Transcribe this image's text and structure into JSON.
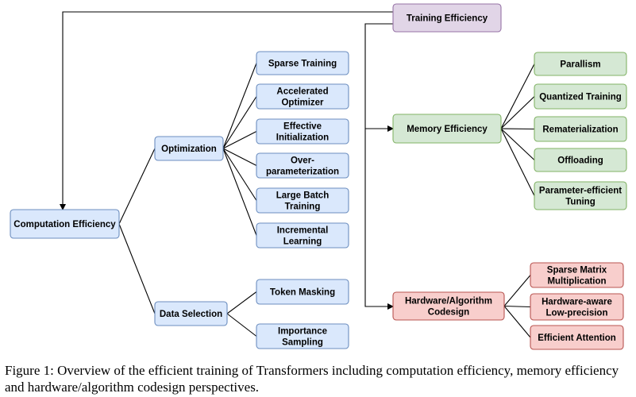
{
  "colors": {
    "training_fill": "#e1d5e7",
    "training_stroke": "#9673a6",
    "blue_fill": "#dae8fc",
    "blue_stroke": "#6c8ebf",
    "green_fill": "#d5e8d4",
    "green_stroke": "#82b366",
    "red_fill": "#f8cecc",
    "red_stroke": "#b85450",
    "edge": "#000000"
  },
  "nodes": {
    "training_efficiency": "Training Efficiency",
    "computation_efficiency": "Computation Efficiency",
    "optimization": "Optimization",
    "sparse_training": "Sparse Training",
    "accelerated_optimizer": [
      "Accelerated",
      "Optimizer"
    ],
    "effective_initialization": [
      "Effective",
      "Initialization"
    ],
    "over_parameterization": [
      "Over-",
      "parameterization"
    ],
    "large_batch_training": [
      "Large Batch",
      "Training"
    ],
    "incremental_learning": [
      "Incremental",
      "Learning"
    ],
    "data_selection": "Data Selection",
    "token_masking": "Token Masking",
    "importance_sampling": [
      "Importance",
      "Sampling"
    ],
    "memory_efficiency": "Memory Efficiency",
    "parallism": "Parallism",
    "quantized_training": "Quantized Training",
    "rematerialization": "Rematerialization",
    "offloading": "Offloading",
    "parameter_efficient_tuning": [
      "Parameter-efficient",
      "Tuning"
    ],
    "hardware_algorithm_codesign": [
      "Hardware/Algorithm",
      "Codesign"
    ],
    "sparse_matrix_multiplication": [
      "Sparse Matrix",
      "Multiplication"
    ],
    "hardware_aware_low_precision": [
      "Hardware-aware",
      "Low-precision"
    ],
    "efficient_attention": "Efficient Attention"
  },
  "caption": {
    "text": "Figure 1:  Overview of the efficient training of Transformers including computation efficiency, memory efficiency and hardware/algorithm codesign perspectives."
  }
}
